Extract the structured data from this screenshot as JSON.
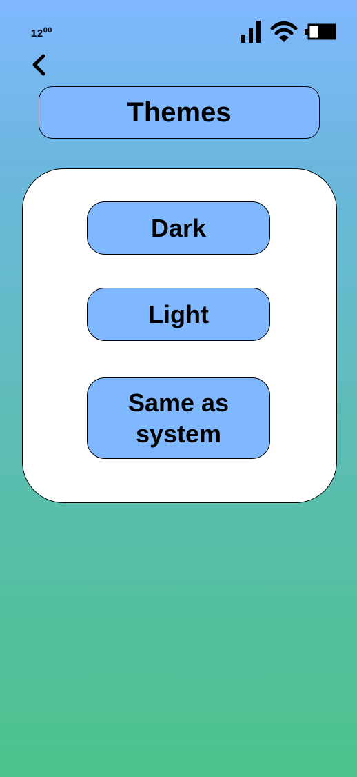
{
  "status_bar": {
    "time_hours": "12",
    "time_minutes": "00",
    "icons": [
      "cellular-signal-icon",
      "wifi-icon",
      "battery-icon"
    ]
  },
  "header": {
    "back_icon": "chevron-left-icon",
    "title": "Themes"
  },
  "theme_options": [
    {
      "label": "Dark"
    },
    {
      "label": "Light"
    },
    {
      "label": "Same as system"
    }
  ],
  "colors": {
    "gradient_top": "#80b8ff",
    "gradient_bottom": "#4cc28c",
    "button_fill": "#80b8ff",
    "card_fill": "#ffffff",
    "outline": "#000000"
  }
}
